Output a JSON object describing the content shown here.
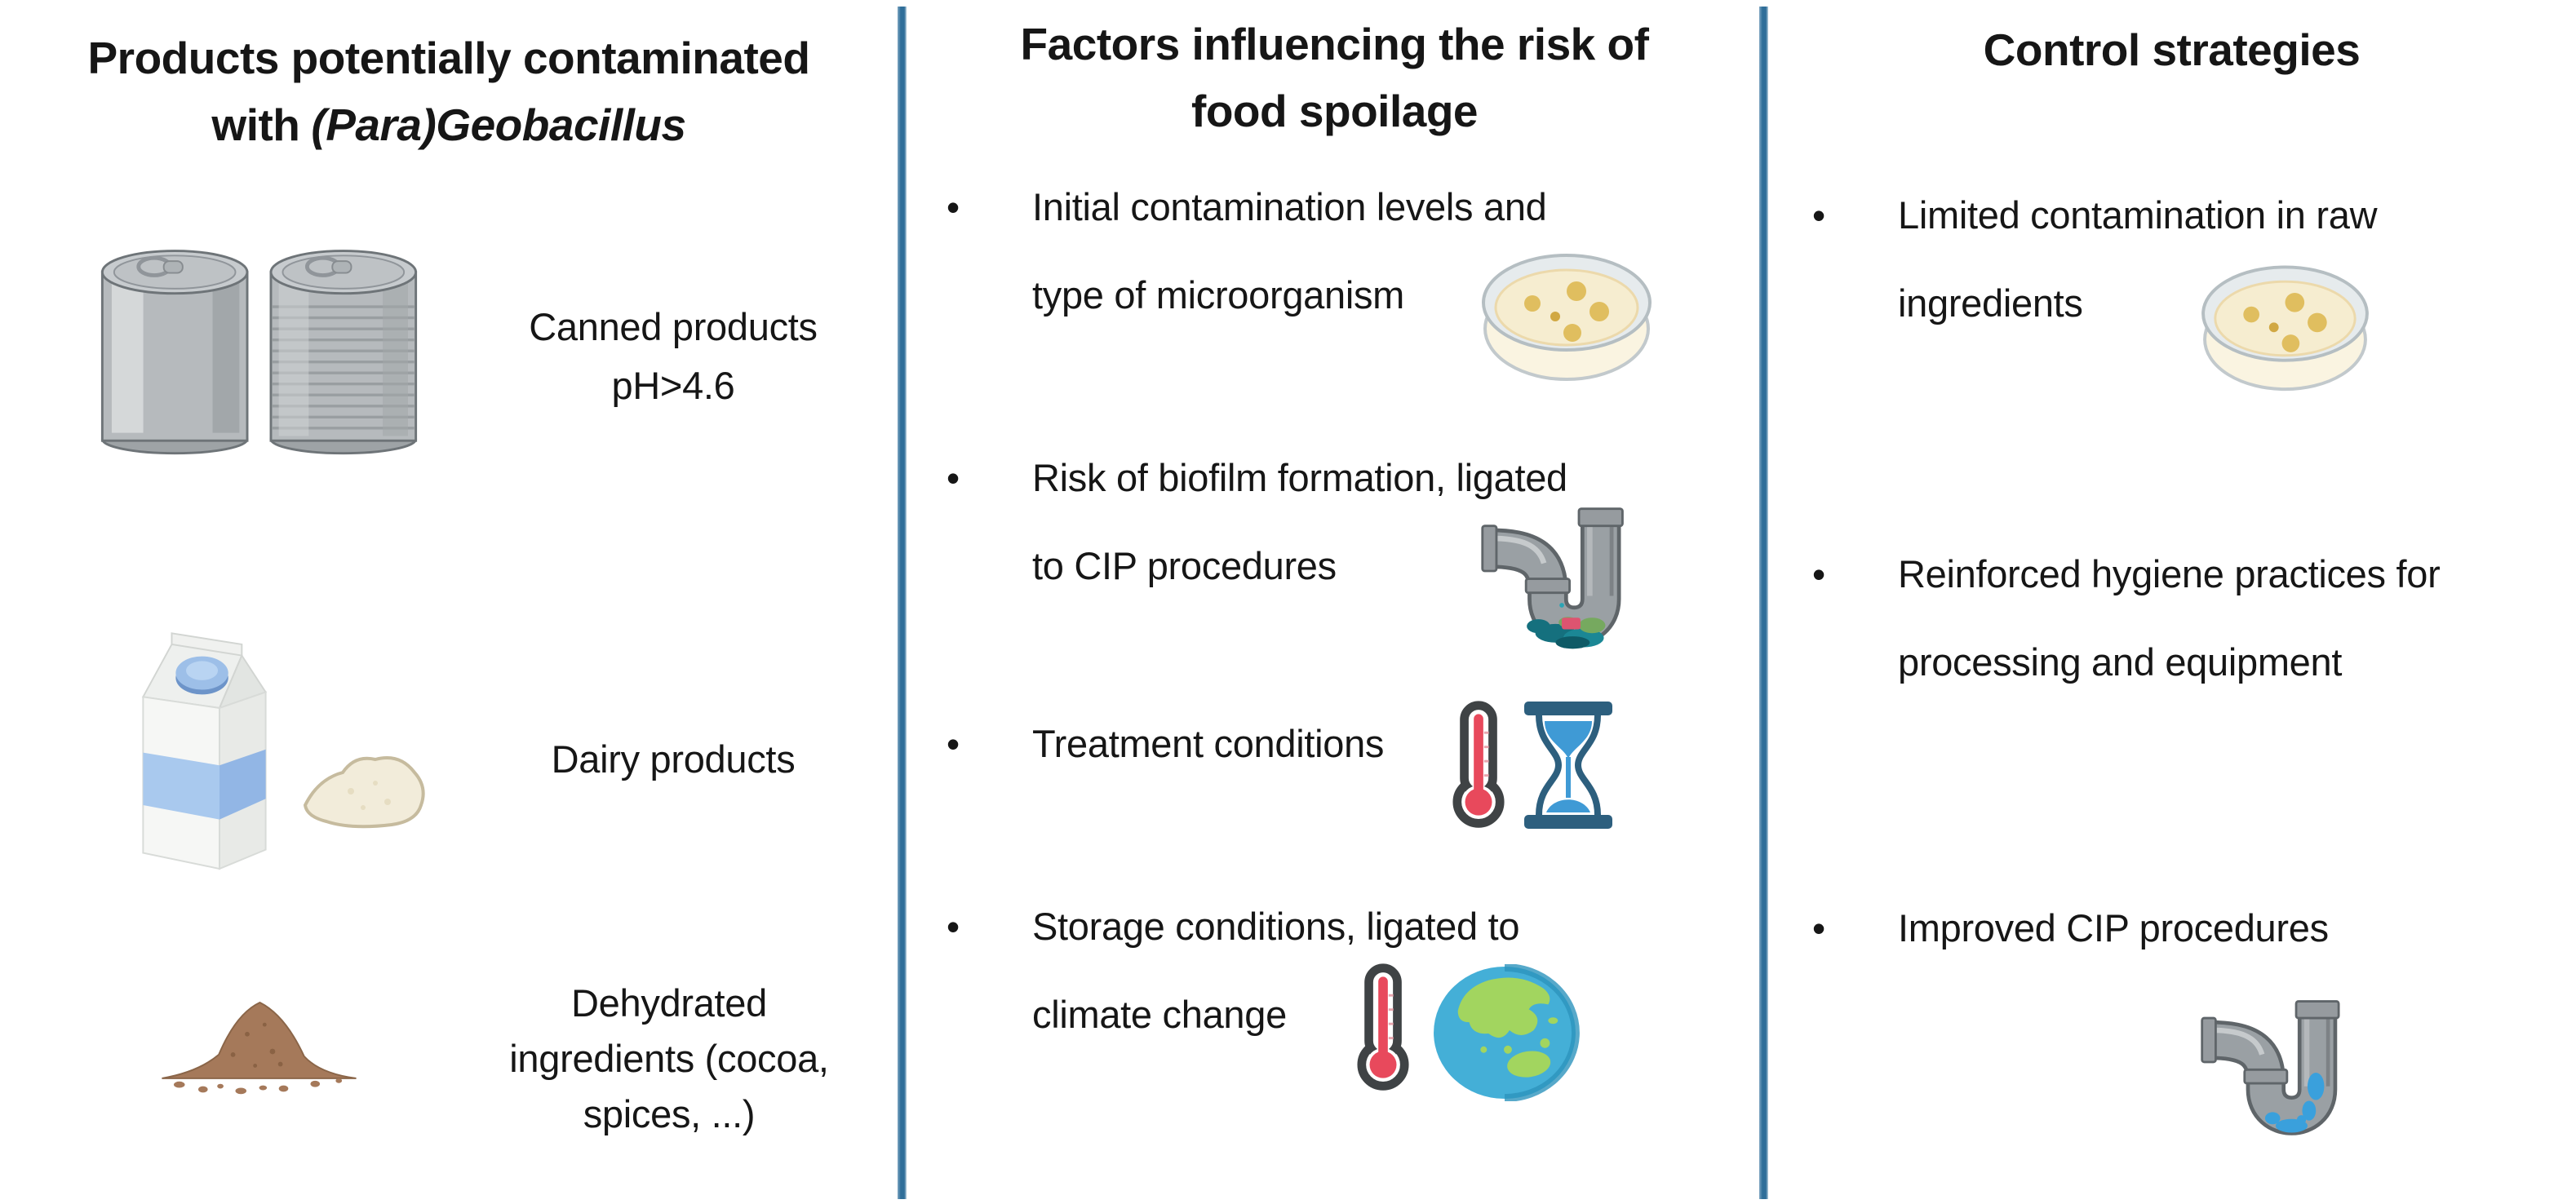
{
  "glyphs": {
    "bullet": "•"
  },
  "colors": {
    "divider_blue": "#2f6e99",
    "text": "#161616",
    "thermometer_red": "#e8495c",
    "thermometer_frame": "#3f4345",
    "hourglass_frame": "#2d5f7e",
    "hourglass_sand": "#3f9ad5",
    "globe_ocean": "#44afd7",
    "globe_land": "#a2d55f",
    "petri_rim": "#e6ebed",
    "petri_agar": "#f6edd0",
    "petri_colony": "#e0be5f",
    "pipe_gray": "#9aa0a4",
    "biofilm_teal": "#15707e",
    "water_blue": "#3aa0dc",
    "can_gray": "#b6babd",
    "carton_band_blue": "#a9c9ee",
    "cocoa_brown": "#a5795a"
  },
  "icons": {
    "tin_cans": "tin-cans-icon",
    "milk_carton": "milk-carton-icon",
    "milk_powder": "milk-powder-icon",
    "cocoa_powder": "cocoa-powder-pile-icon",
    "petri_dish": "petri-dish-icon",
    "drain_pipe_biofilm": "drain-pipe-biofilm-icon",
    "drain_pipe_clean": "drain-pipe-water-icon",
    "thermometer": "thermometer-icon",
    "hourglass": "hourglass-icon",
    "globe": "globe-asia-icon"
  },
  "col_products": {
    "title_line1": "Products potentially contaminated",
    "title_line2_plain": "with",
    "title_line2_italic": "(Para)Geobacillus",
    "rows": [
      {
        "icon": "tin-cans-icon",
        "lines": [
          "Canned products",
          "pH>4.6"
        ]
      },
      {
        "icon": "milk-carton-icon + milk-powder-icon",
        "lines": [
          "Dairy products"
        ]
      },
      {
        "icon": "cocoa-powder-pile-icon",
        "lines": [
          "Dehydrated",
          "ingredients (cocoa,",
          "spices, ...)"
        ]
      }
    ]
  },
  "col_factors": {
    "title_line1": "Factors influencing the risk of",
    "title_line2": "food spoilage",
    "bullets": [
      {
        "line1": "Initial contamination levels and",
        "line2": "type of microorganism",
        "icon": "petri-dish-icon"
      },
      {
        "line1": "Risk of biofilm formation, ligated",
        "line2": "to CIP procedures",
        "icon": "drain-pipe-biofilm-icon"
      },
      {
        "line1": "Treatment conditions",
        "icon": "thermometer-icon + hourglass-icon"
      },
      {
        "line1": "Storage conditions, ligated to",
        "line2": "climate change",
        "icon": "thermometer-icon + globe-asia-icon"
      }
    ]
  },
  "col_control": {
    "title": "Control strategies",
    "bullets": [
      {
        "line1": "Limited contamination in raw",
        "line2": "ingredients",
        "icon": "petri-dish-icon"
      },
      {
        "line1": "Reinforced hygiene practices for",
        "line2": "processing and equipment",
        "icon": ""
      },
      {
        "line1": "Improved CIP procedures",
        "icon": "drain-pipe-water-icon"
      }
    ]
  }
}
